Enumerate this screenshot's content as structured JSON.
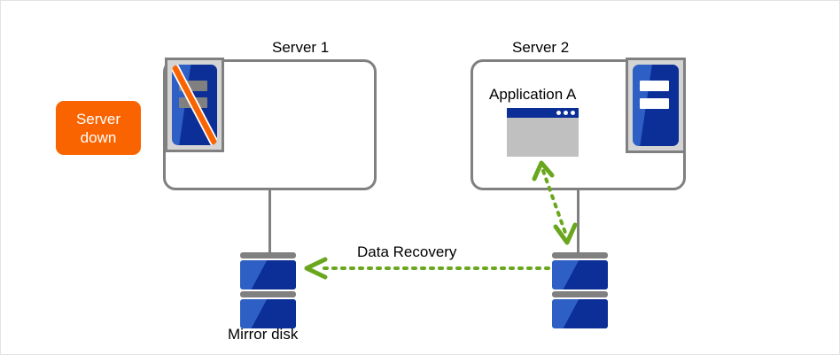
{
  "diagram": {
    "title_server1": "Server 1",
    "title_server2": "Server 2",
    "status_badge": {
      "line1": "Server",
      "line2": "down",
      "color": "#fa6400",
      "text_color": "#ffffff"
    },
    "application": {
      "label": "Application A",
      "window_titlebar_color": "#0b2f96",
      "window_body_color": "#c0c0c0",
      "dot_count": 3
    },
    "storage": {
      "mirror_disk_label": "Mirror disk",
      "disk_color_light": "#2d5fc4",
      "disk_color_dark": "#0b2f96",
      "disk_cap_color": "#808080"
    },
    "flows": {
      "data_recovery_label": "Data Recovery",
      "arrow_color": "#6aa61e",
      "arrow_style": "dotted"
    },
    "icons": {
      "server1": "server-down-icon",
      "server2": "server-ok-icon",
      "slash_color": "#fa6400",
      "frame_color": "#808080",
      "frame_fill": "#d4d4d4"
    },
    "box_border_color": "#808080",
    "canvas_background": "#ffffff"
  }
}
